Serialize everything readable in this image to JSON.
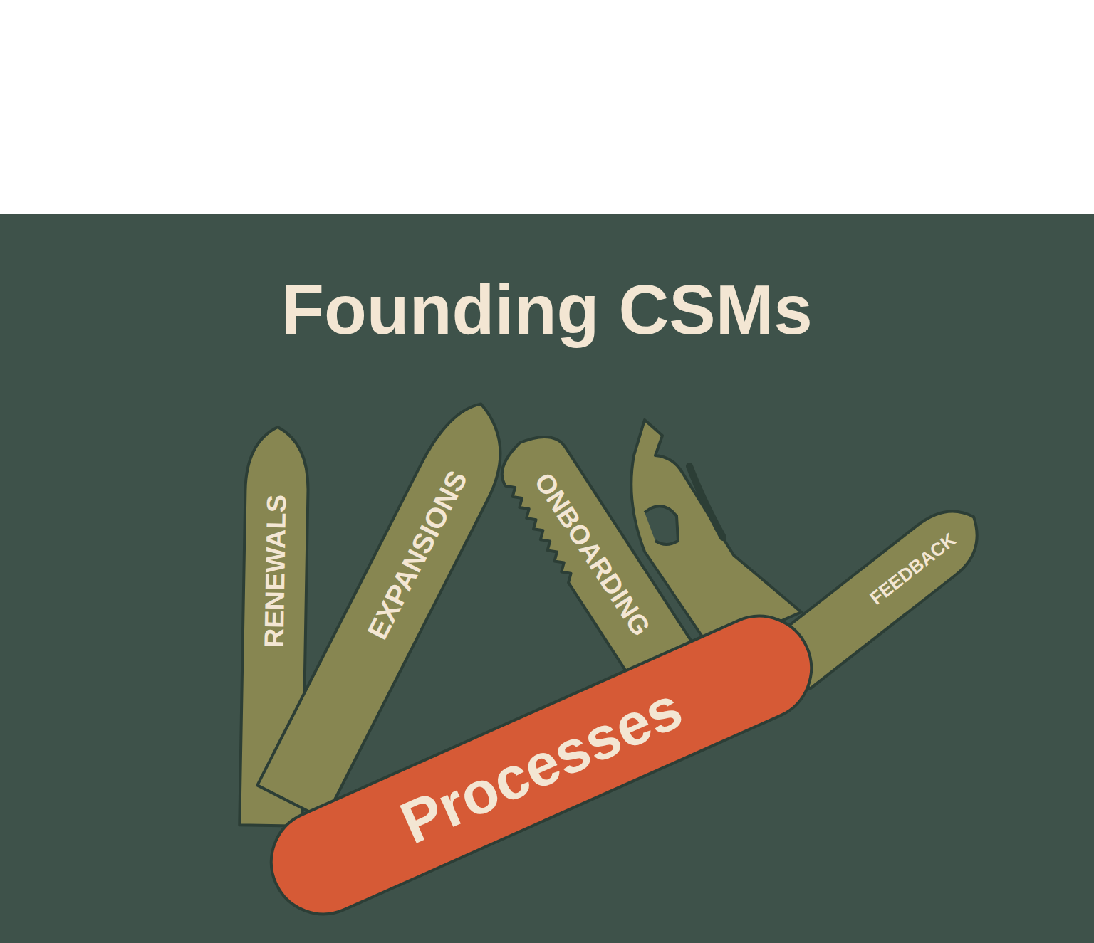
{
  "diagram": {
    "title": "Founding CSMs",
    "nodes": [
      {
        "text": [
          "RENEWALS"
        ]
      },
      {
        "text": [
          "EXPANSIONS"
        ]
      },
      {
        "text": [
          "ONBOARDING"
        ]
      },
      {
        "text": [
          "FEEDBACK"
        ]
      },
      {
        "text": [
          "Processes"
        ]
      }
    ]
  }
}
